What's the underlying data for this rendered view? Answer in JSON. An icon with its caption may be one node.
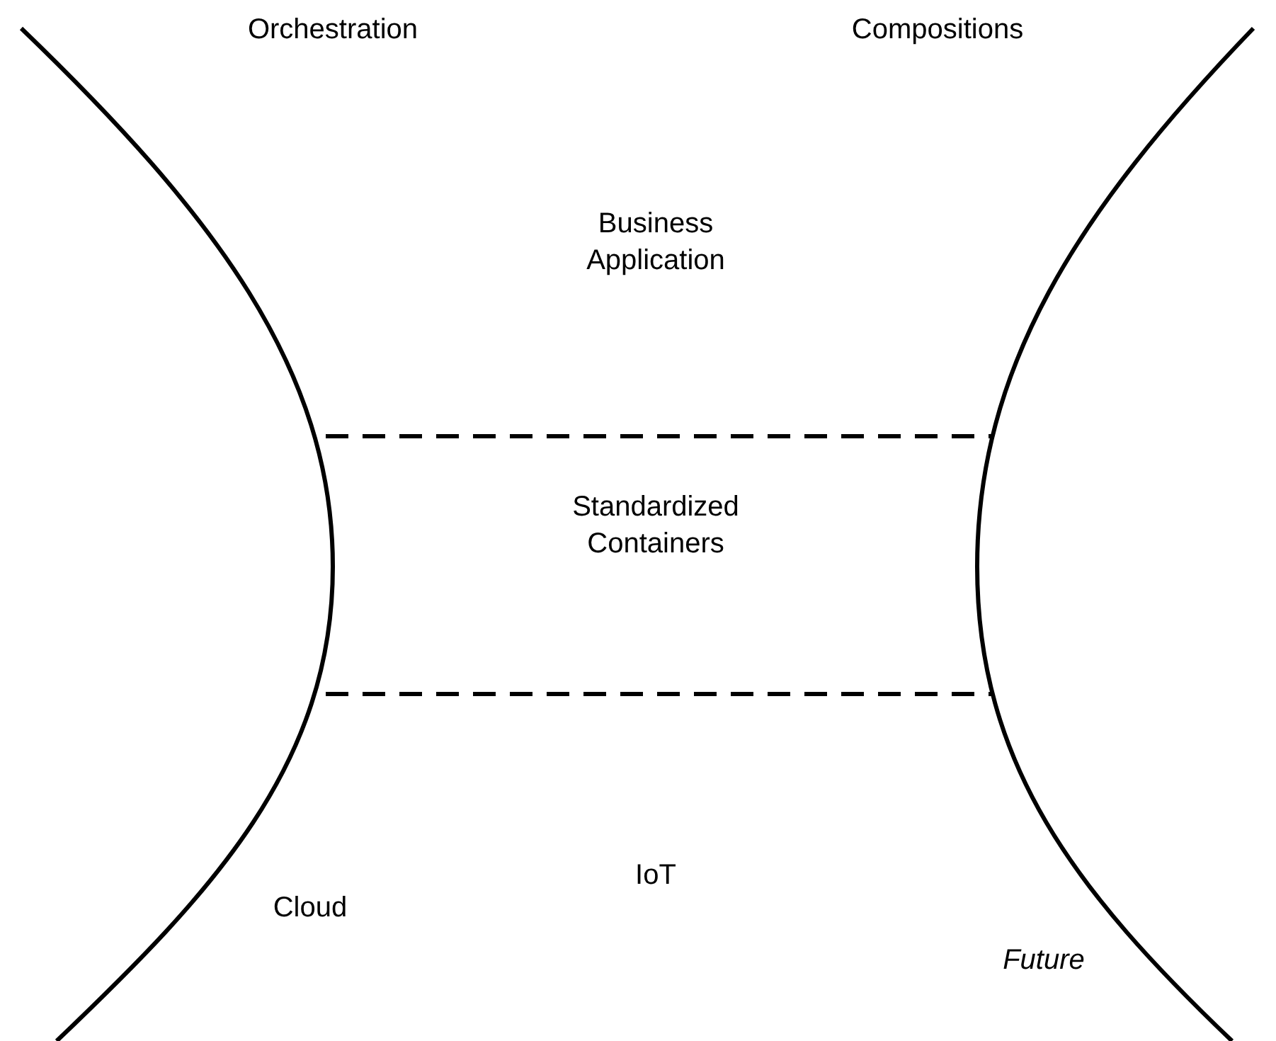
{
  "diagram": {
    "labels": [
      "Orchestration",
      "Compositions",
      "Business Application",
      "Standardized Containers",
      "IoT",
      "Cloud",
      "Future"
    ]
  }
}
